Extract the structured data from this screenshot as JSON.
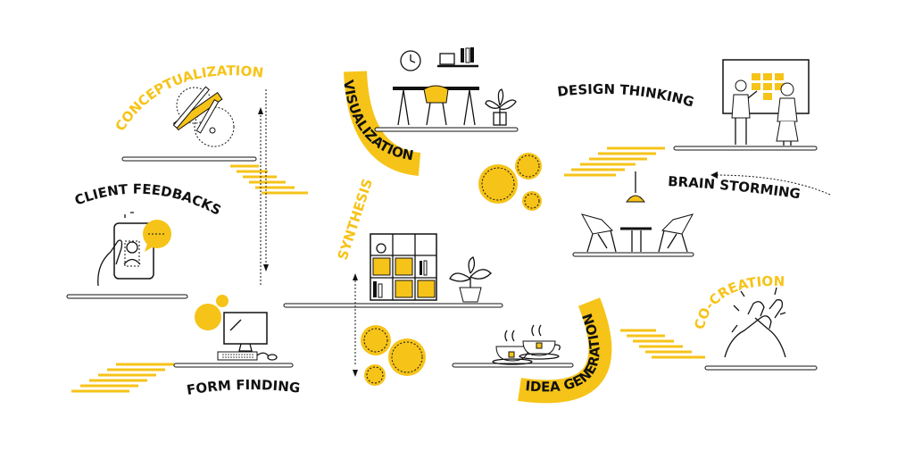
{
  "colors": {
    "accent": "#F6C318",
    "ink": "#111111",
    "shelf": "#444444"
  },
  "labels": {
    "conceptualization": "CONCEPTUALIZATION",
    "visualization": "VISUALIZATION",
    "design_thinking": "DESIGN THINKING",
    "client_feedbacks": "CLIENT FEEDBACKS",
    "synthesis": "SYNTHESIS",
    "brain_storming": "BRAIN STORMING",
    "co_creation": "CO-CREATION",
    "form_finding": "FORM FINDING",
    "idea_generation": "IDEA GENERATION"
  },
  "icons": {
    "conceptualization": "drawing-tools-icon",
    "visualization": "desk-workspace-icon",
    "design_thinking": "whiteboard-people-icon",
    "client_feedbacks": "phone-chat-icon",
    "synthesis": "bookshelf-plant-icon",
    "brain_storming": "meeting-table-icon",
    "co_creation": "high-five-icon",
    "form_finding": "computer-icon",
    "idea_generation": "tea-cups-icon"
  }
}
